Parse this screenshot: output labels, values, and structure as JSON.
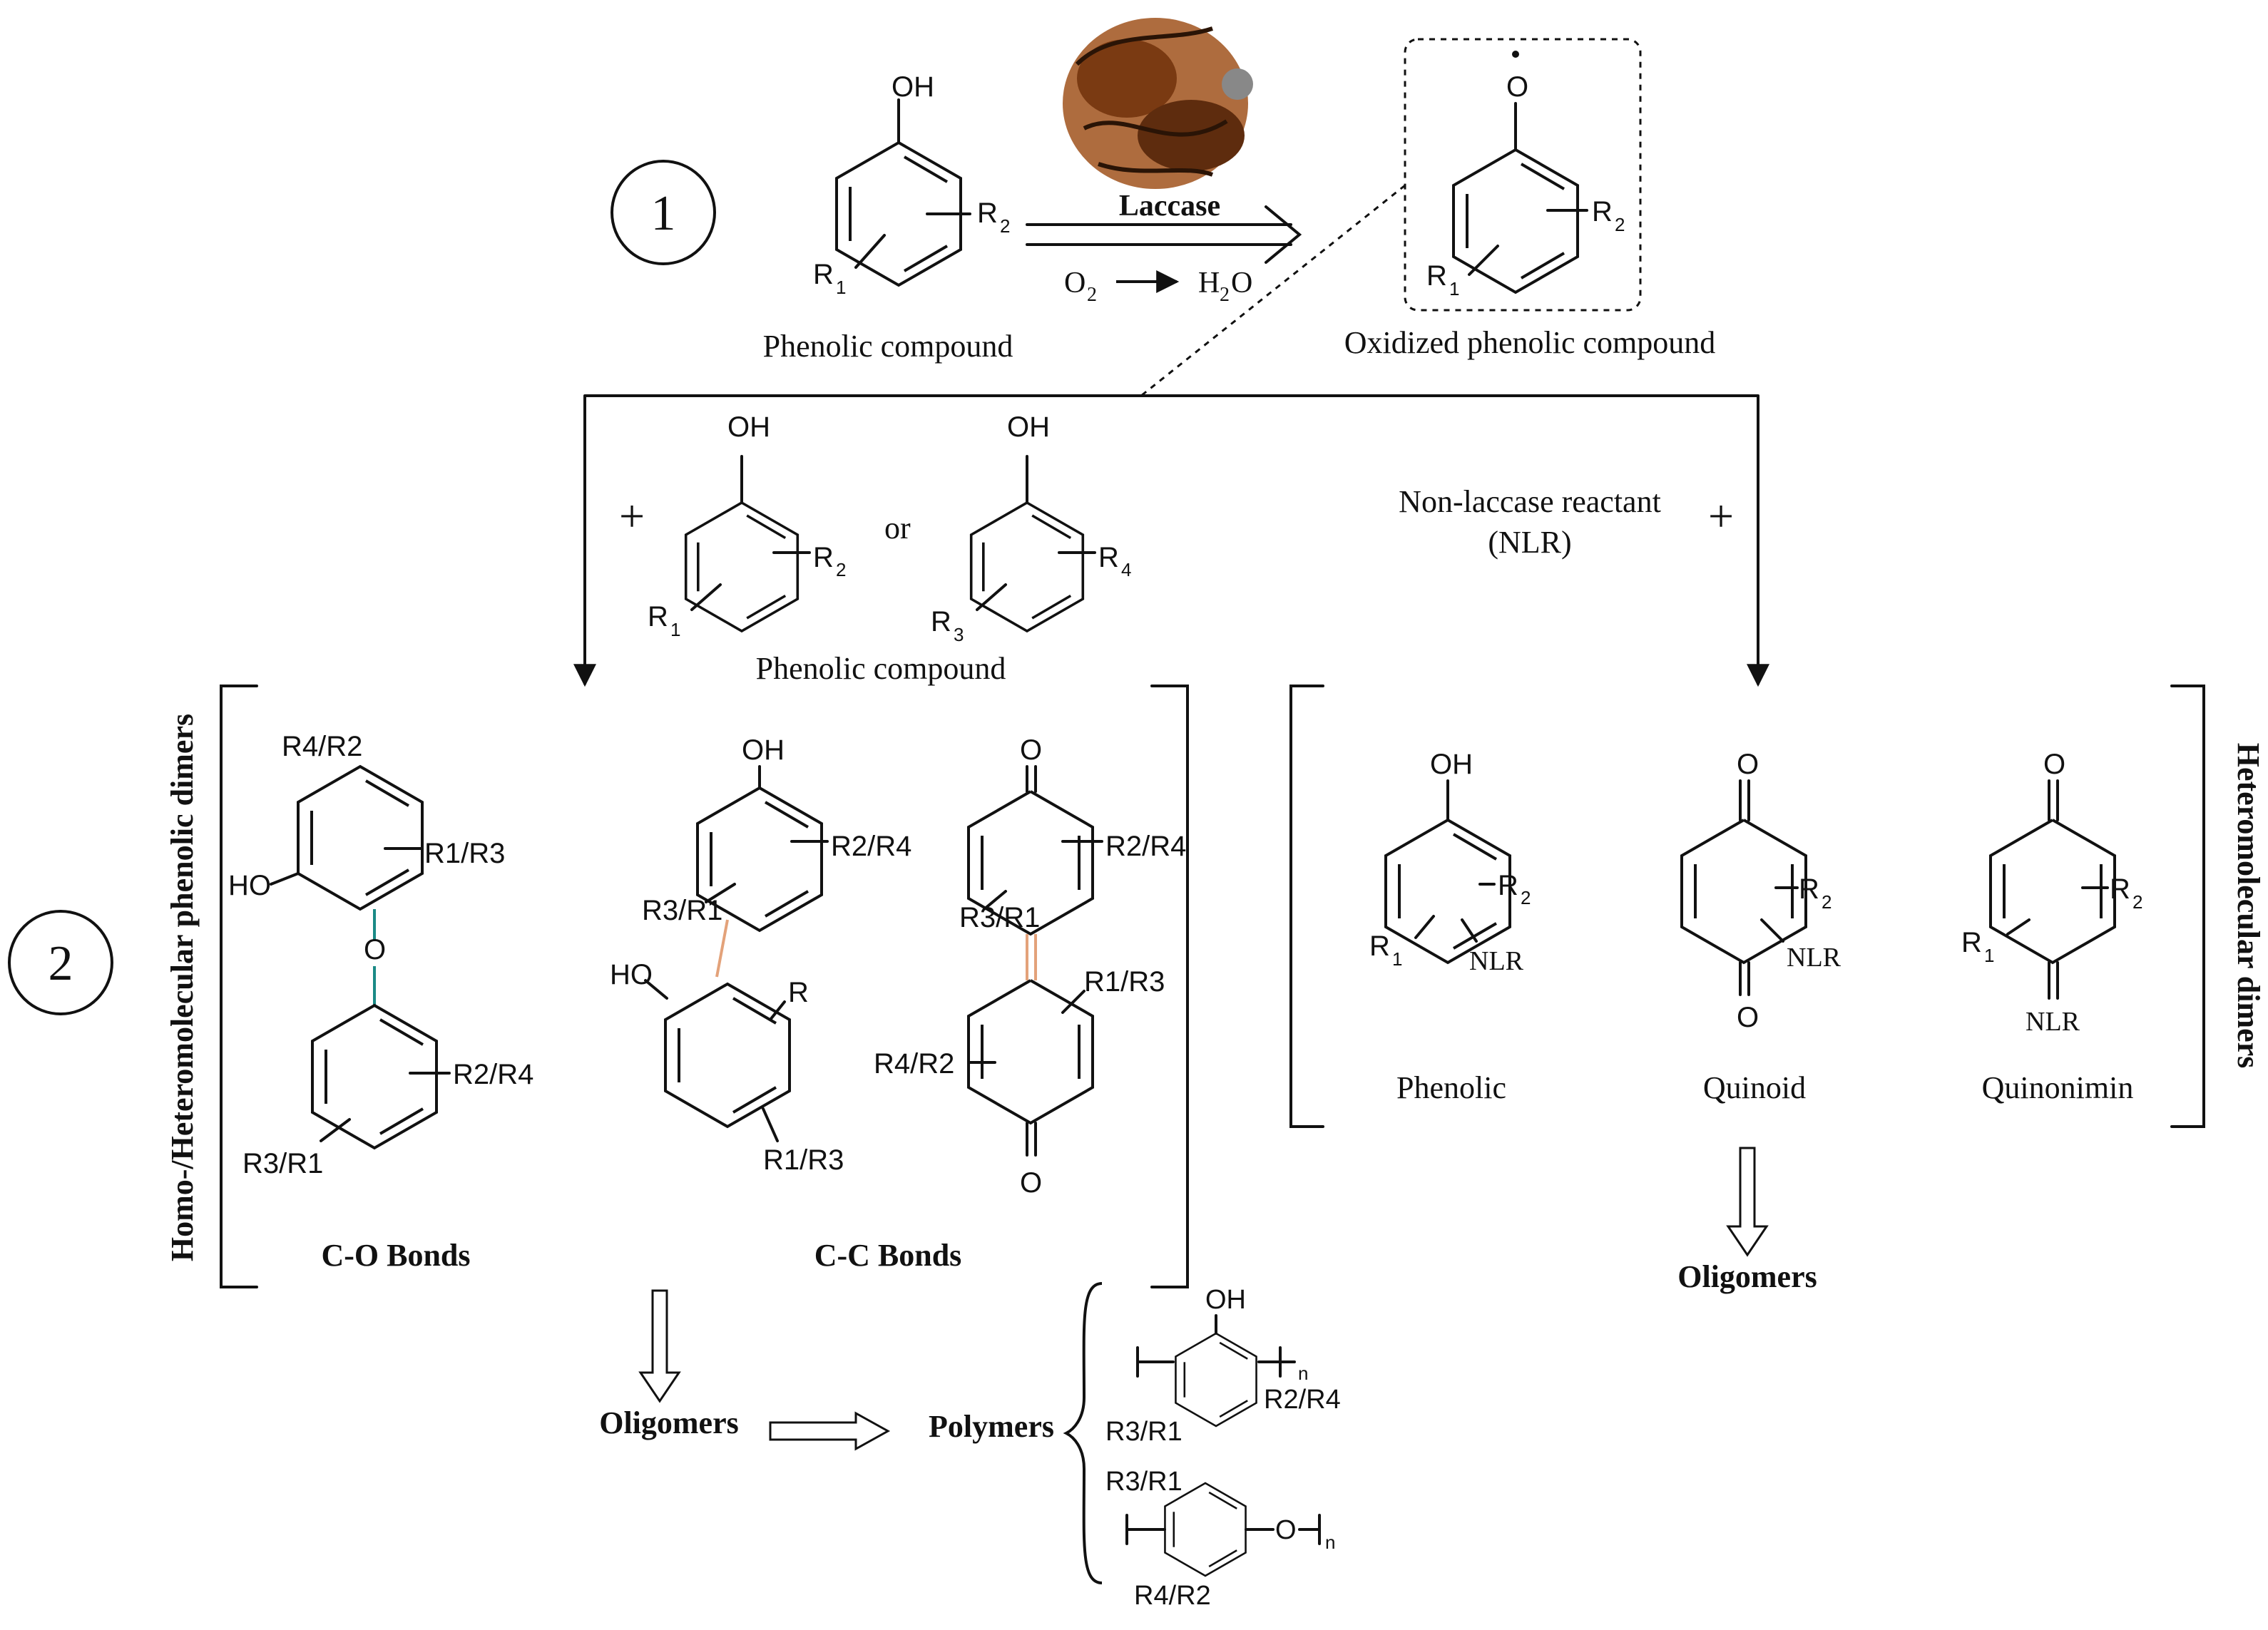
{
  "steps": {
    "one": "1",
    "two": "2"
  },
  "reaction": {
    "enzyme_label": "Laccase",
    "reactant_caption": "Phenolic compound",
    "product_caption": "Oxidized phenolic compound",
    "o2": "O",
    "o2_sub": "2",
    "h2o_h": "H",
    "h2o_sub": "2",
    "h2o_o": "O"
  },
  "atoms": {
    "oh": "OH",
    "o": "O",
    "r": "R",
    "r1": "R",
    "r1_sub": "1",
    "r2": "R",
    "r2_sub": "2",
    "r3": "R",
    "r3_sub": "3",
    "r4": "R",
    "r4_sub": "4",
    "r1r3": "R1/R3",
    "r2r4": "R2/R4",
    "r3r1": "R3/R1",
    "r4r2": "R4/R2",
    "nlr": "NLR",
    "n": "n",
    "ho": "HO"
  },
  "middle": {
    "plus": "+",
    "or": "or",
    "phenolic_caption": "Phenolic compound",
    "nlr_line1": "Non-laccase reactant",
    "nlr_line2": "(NLR)"
  },
  "homo_panel": {
    "side_title": "Homo-/Heteromolecular phenolic dimers",
    "co_label": "C-O Bonds",
    "cc_label": "C-C Bonds",
    "co_color": "#1a8a86",
    "cc_color": "#e3a27a"
  },
  "hetero_panel": {
    "side_title": "Heteromolecular dimers",
    "phenolic": "Phenolic",
    "quinoid": "Quinoid",
    "quinonimin": "Quinonimin"
  },
  "outputs": {
    "oligomers_left": "Oligomers",
    "polymers": "Polymers",
    "oligomers_right": "Oligomers"
  },
  "icons": [
    "laccase-enzyme-icon",
    "double-arrow-icon",
    "hollow-arrow-icon"
  ]
}
